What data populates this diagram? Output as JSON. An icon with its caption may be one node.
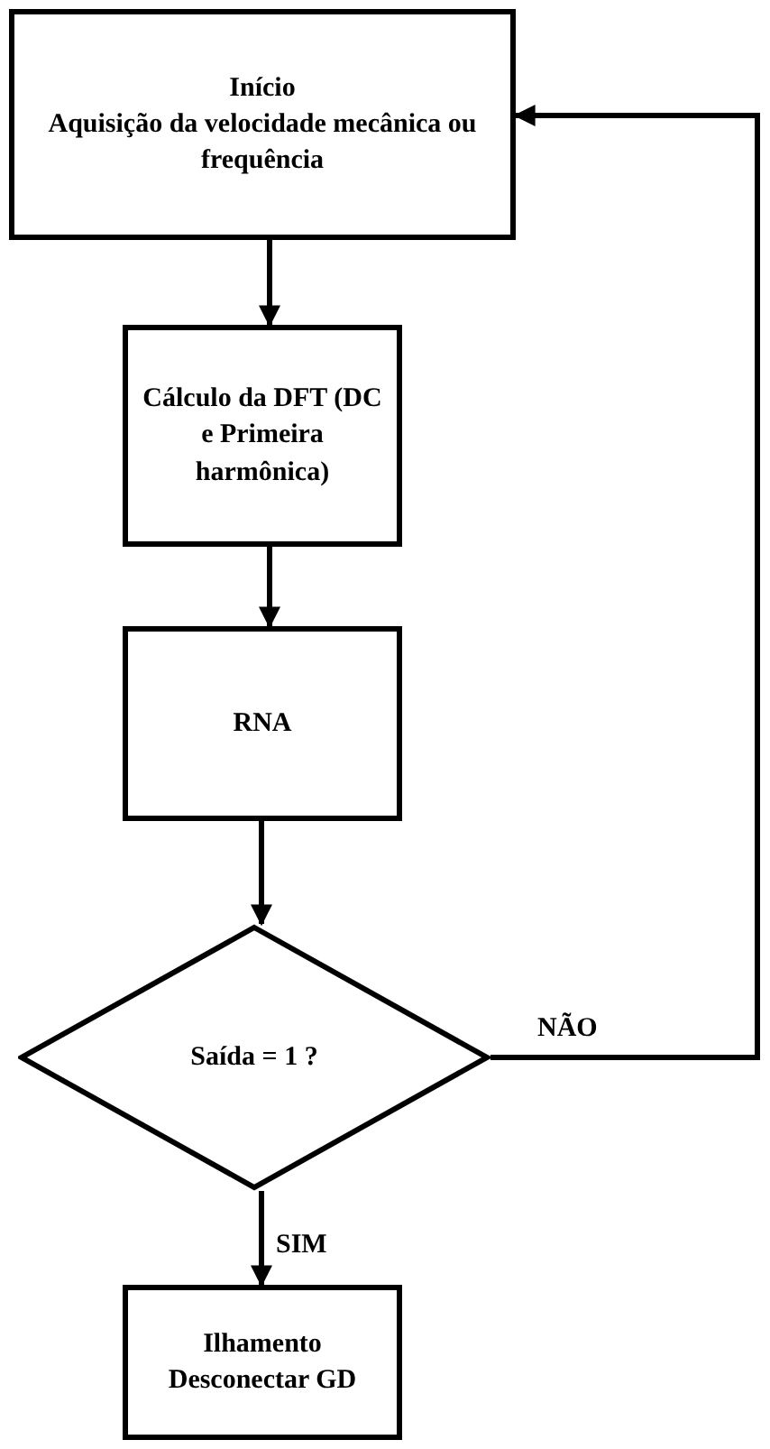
{
  "diagram": {
    "nodes": [
      {
        "text": [
          "Início",
          "Aquisição da velocidade mecânica ou frequência"
        ]
      },
      {
        "text": [
          "Cálculo da DFT (DC e Primeira harmônica)"
        ]
      },
      {
        "text": [
          "RNA"
        ]
      },
      {
        "text": [
          "Saída = 1 ?"
        ]
      },
      {
        "text": [
          "Ilhamento Desconectar GD"
        ]
      }
    ],
    "edges": [
      {
        "from": 0,
        "to": 1,
        "arrow": "to"
      },
      {
        "from": 1,
        "to": 2,
        "arrow": "to"
      },
      {
        "from": 2,
        "to": 3,
        "arrow": "to"
      },
      {
        "from": 3,
        "to": 4,
        "arrow": "to",
        "label": "SIM"
      },
      {
        "from": 3,
        "to": 0,
        "arrow": "to",
        "label": "NÃO"
      }
    ]
  }
}
